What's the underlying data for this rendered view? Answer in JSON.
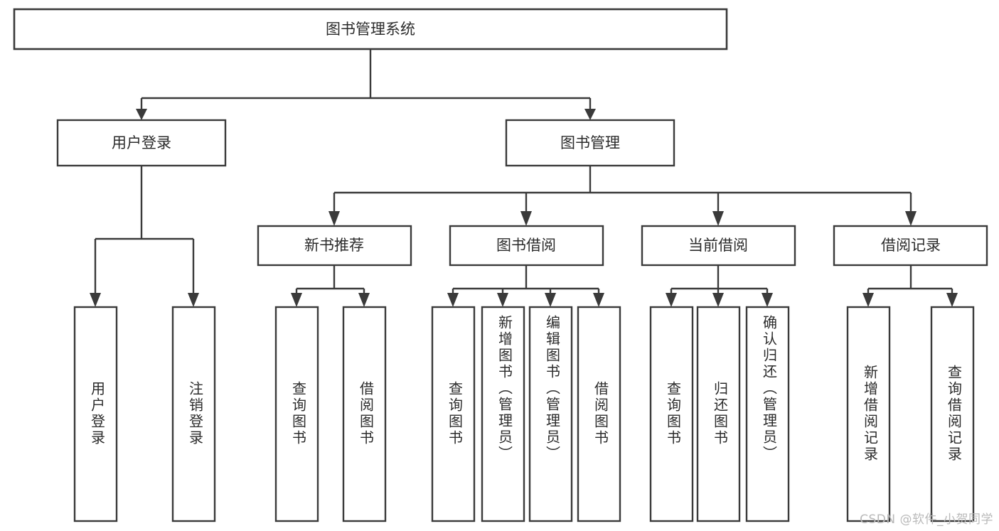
{
  "diagram": {
    "type": "tree-hierarchy",
    "title": "图书管理系统",
    "orientation": "top-down",
    "colors": {
      "box_stroke": "#3a3a3a",
      "box_fill": "#ffffff",
      "text": "#2b2b2b",
      "background": "#ffffff",
      "watermark": "#b9b9b9"
    },
    "levels": {
      "root": {
        "label": "图书管理系统"
      },
      "level2": [
        {
          "label": "用户登录"
        },
        {
          "label": "图书管理"
        }
      ],
      "level3": [
        {
          "label": "新书推荐"
        },
        {
          "label": "图书借阅"
        },
        {
          "label": "当前借阅"
        },
        {
          "label": "借阅记录"
        }
      ],
      "leaves": [
        {
          "label": "用户登录",
          "parent": "用户登录"
        },
        {
          "label": "注销登录",
          "parent": "用户登录"
        },
        {
          "label": "查询图书",
          "parent": "新书推荐"
        },
        {
          "label": "借阅图书",
          "parent": "新书推荐"
        },
        {
          "label": "查询图书",
          "parent": "图书借阅"
        },
        {
          "label": "新增图书（管理员）",
          "parent": "图书借阅"
        },
        {
          "label": "编辑图书（管理员）",
          "parent": "图书借阅"
        },
        {
          "label": "借阅图书",
          "parent": "图书借阅"
        },
        {
          "label": "查询图书",
          "parent": "当前借阅"
        },
        {
          "label": "归还图书",
          "parent": "当前借阅"
        },
        {
          "label": "确认归还（管理员）",
          "parent": "当前借阅"
        },
        {
          "label": "新增借阅记录",
          "parent": "借阅记录"
        },
        {
          "label": "查询借阅记录",
          "parent": "借阅记录"
        }
      ]
    }
  },
  "watermark": {
    "text": "CSDN @软件_小贺同学"
  }
}
